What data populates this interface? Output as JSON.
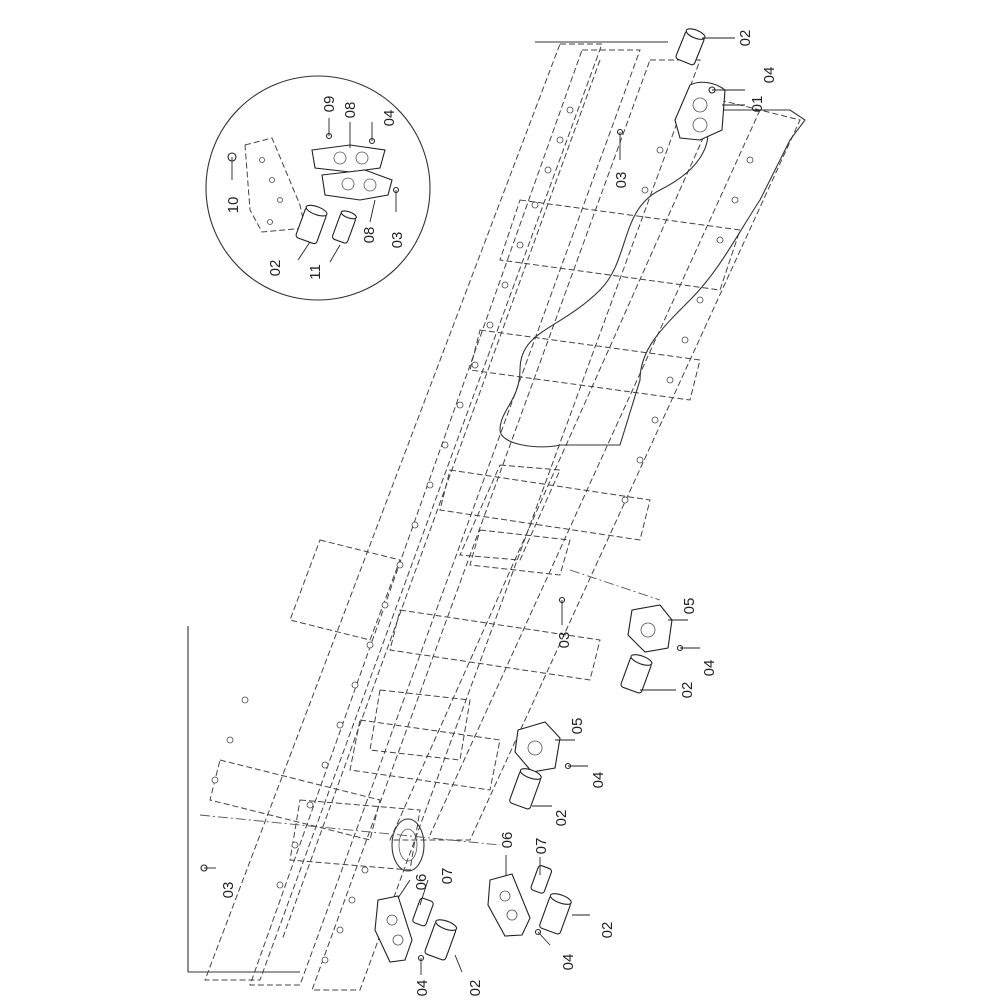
{
  "diagram": {
    "callouts": [
      {
        "id": "c-top-02",
        "label": "02"
      },
      {
        "id": "c-top-04",
        "label": "04"
      },
      {
        "id": "c-top-01",
        "label": "01"
      },
      {
        "id": "c-top-03",
        "label": "03"
      },
      {
        "id": "c-det-09",
        "label": "09"
      },
      {
        "id": "c-det-08a",
        "label": "08"
      },
      {
        "id": "c-det-04",
        "label": "04"
      },
      {
        "id": "c-det-10",
        "label": "10"
      },
      {
        "id": "c-det-02",
        "label": "02"
      },
      {
        "id": "c-det-11",
        "label": "11"
      },
      {
        "id": "c-det-08b",
        "label": "08"
      },
      {
        "id": "c-det-03",
        "label": "03"
      },
      {
        "id": "c-mid-03",
        "label": "03"
      },
      {
        "id": "c-mid-05",
        "label": "05"
      },
      {
        "id": "c-mid-04",
        "label": "04"
      },
      {
        "id": "c-mid-02",
        "label": "02"
      },
      {
        "id": "c-low-05",
        "label": "05"
      },
      {
        "id": "c-low-04",
        "label": "04"
      },
      {
        "id": "c-low-02",
        "label": "02"
      },
      {
        "id": "c-bl-03",
        "label": "03"
      },
      {
        "id": "c-b1-06",
        "label": "06"
      },
      {
        "id": "c-b1-07",
        "label": "07"
      },
      {
        "id": "c-b1-04",
        "label": "04"
      },
      {
        "id": "c-b1-02",
        "label": "02"
      },
      {
        "id": "c-b2-06",
        "label": "06"
      },
      {
        "id": "c-b2-07",
        "label": "07"
      },
      {
        "id": "c-b2-04",
        "label": "04"
      },
      {
        "id": "c-b2-02",
        "label": "02"
      }
    ]
  }
}
